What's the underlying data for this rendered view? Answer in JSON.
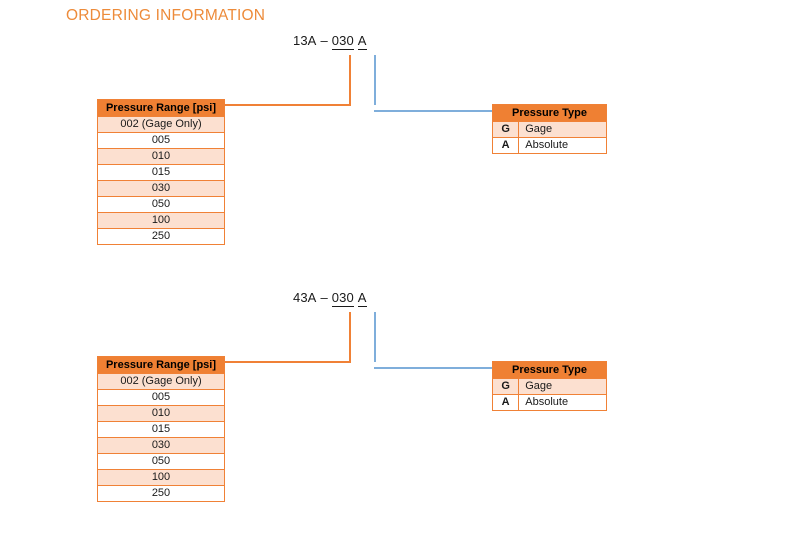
{
  "page": {
    "title": "ORDERING INFORMATION",
    "title_color": "#ED8B3A",
    "header_fill": "#EF8033",
    "row_alt_fill": "#FCE0D0",
    "connector_orange": "#F08136",
    "connector_blue": "#7FAEDB"
  },
  "diagrams": [
    {
      "part_number": {
        "prefix": "13A",
        "dash": "–",
        "range_code": "030",
        "type_code": "A"
      },
      "range_table": {
        "header": "Pressure Range [psi]",
        "rows": [
          "002 (Gage Only)",
          "005",
          "010",
          "015",
          "030",
          "050",
          "100",
          "250"
        ]
      },
      "type_table": {
        "header": "Pressure Type",
        "rows": [
          {
            "code": "G",
            "description": "Gage"
          },
          {
            "code": "A",
            "description": "Absolute"
          }
        ]
      }
    },
    {
      "part_number": {
        "prefix": "43A",
        "dash": "–",
        "range_code": "030",
        "type_code": "A"
      },
      "range_table": {
        "header": "Pressure Range [psi]",
        "rows": [
          "002 (Gage Only)",
          "005",
          "010",
          "015",
          "030",
          "050",
          "100",
          "250"
        ]
      },
      "type_table": {
        "header": "Pressure Type",
        "rows": [
          {
            "code": "G",
            "description": "Gage"
          },
          {
            "code": "A",
            "description": "Absolute"
          }
        ]
      }
    }
  ]
}
